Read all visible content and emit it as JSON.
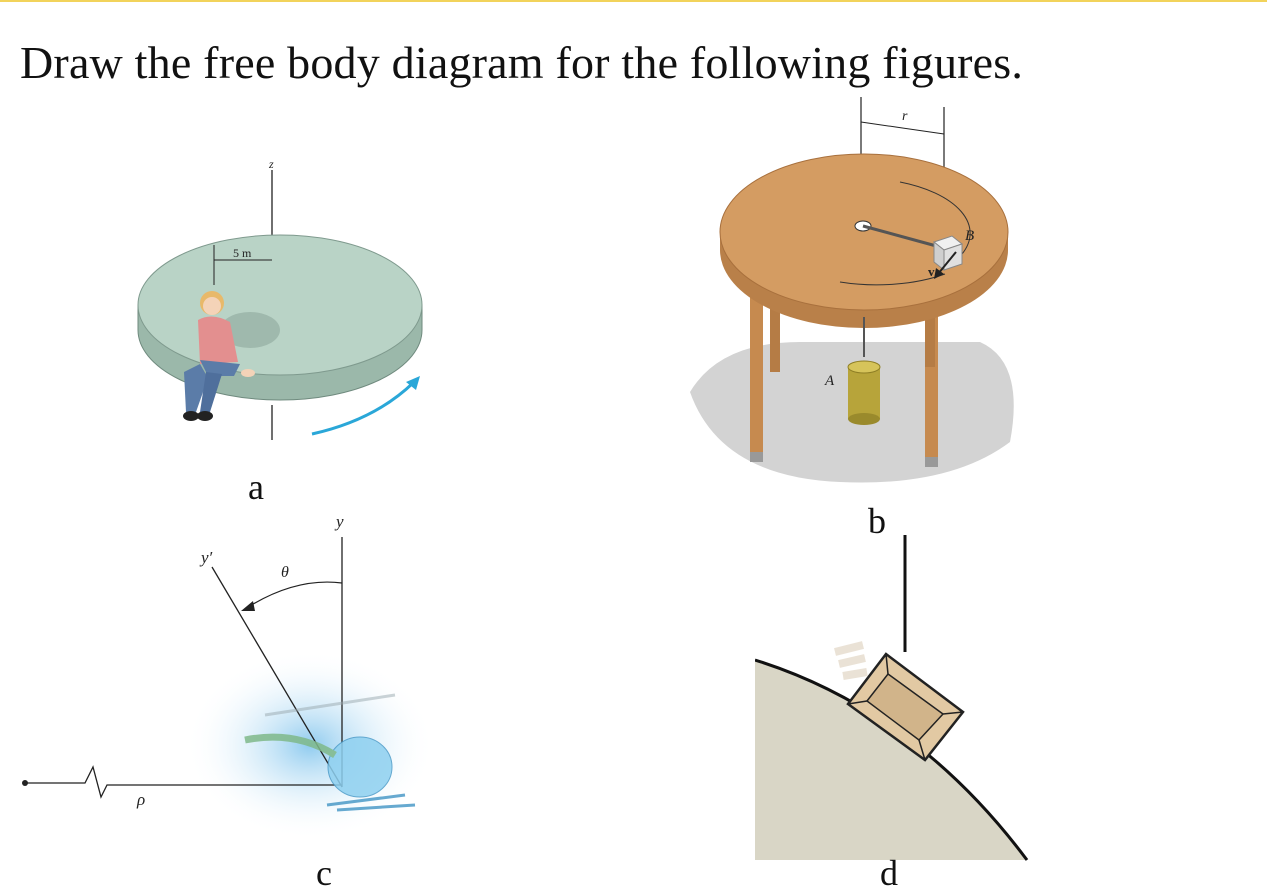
{
  "slide": {
    "title": "Draw the free body diagram for the following figures.",
    "accent_color": "#f2d35b"
  },
  "figures": {
    "a": {
      "caption": "a",
      "axis_label": "z",
      "dimension_label": "5 m",
      "disk_color": "#b9d3c6",
      "arrow_color": "#2aa7d8"
    },
    "b": {
      "caption": "b",
      "radius_label": "r",
      "block_label": "B",
      "velocity_label": "v",
      "weight_label": "A",
      "table_color": "#d49c62"
    },
    "c": {
      "caption": "c",
      "y_label": "y",
      "y_prime_label": "y′",
      "angle_label": "θ",
      "radius_label": "ρ",
      "glow_color": "#a9d6f2"
    },
    "d": {
      "caption": "d",
      "ground_color": "#d9d6c6",
      "crate_color": "#e2c9a3"
    }
  }
}
